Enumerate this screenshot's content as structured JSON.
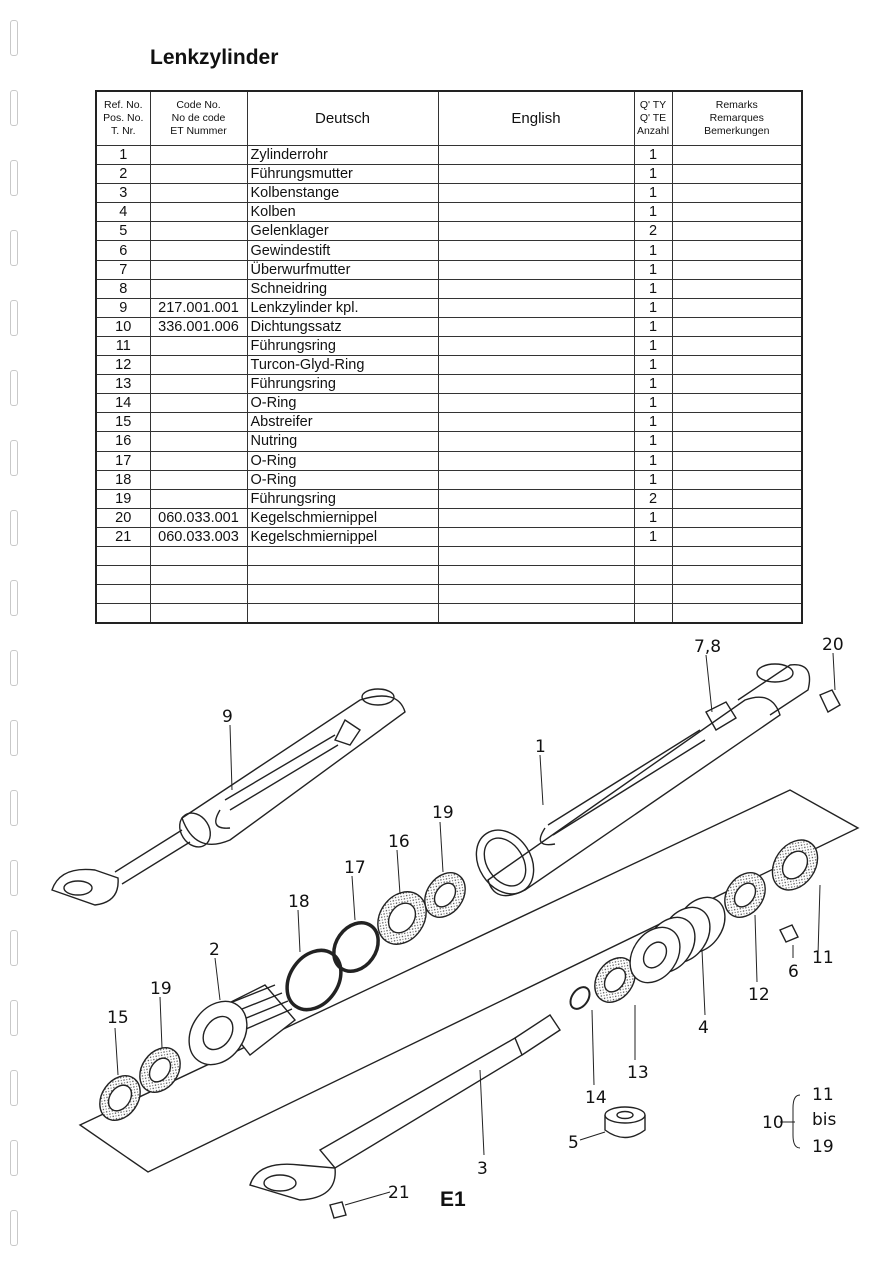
{
  "title": "Lenkzylinder",
  "table": {
    "headers": {
      "ref": [
        "Ref. No.",
        "Pos. No.",
        "T. Nr."
      ],
      "code": [
        "Code No.",
        "No de code",
        "ET Nummer"
      ],
      "deutsch": "Deutsch",
      "english": "English",
      "qty": [
        "Q' TY",
        "Q' TE",
        "Anzahl"
      ],
      "remarks": [
        "Remarks",
        "Remarques",
        "Bemerkungen"
      ]
    },
    "rows": [
      {
        "ref": "1",
        "code": "",
        "deutsch": "Zylinderrohr",
        "english": "",
        "qty": "1",
        "remarks": ""
      },
      {
        "ref": "2",
        "code": "",
        "deutsch": "Führungsmutter",
        "english": "",
        "qty": "1",
        "remarks": ""
      },
      {
        "ref": "3",
        "code": "",
        "deutsch": "Kolbenstange",
        "english": "",
        "qty": "1",
        "remarks": ""
      },
      {
        "ref": "4",
        "code": "",
        "deutsch": "Kolben",
        "english": "",
        "qty": "1",
        "remarks": ""
      },
      {
        "ref": "5",
        "code": "",
        "deutsch": "Gelenklager",
        "english": "",
        "qty": "2",
        "remarks": ""
      },
      {
        "ref": "6",
        "code": "",
        "deutsch": "Gewindestift",
        "english": "",
        "qty": "1",
        "remarks": ""
      },
      {
        "ref": "7",
        "code": "",
        "deutsch": "Überwurfmutter",
        "english": "",
        "qty": "1",
        "remarks": ""
      },
      {
        "ref": "8",
        "code": "",
        "deutsch": "Schneidring",
        "english": "",
        "qty": "1",
        "remarks": ""
      },
      {
        "ref": "9",
        "code": "217.001.001",
        "deutsch": "Lenkzylinder kpl.",
        "english": "",
        "qty": "1",
        "remarks": ""
      },
      {
        "ref": "10",
        "code": "336.001.006",
        "deutsch": "Dichtungssatz",
        "english": "",
        "qty": "1",
        "remarks": ""
      },
      {
        "ref": "11",
        "code": "",
        "deutsch": "Führungsring",
        "english": "",
        "qty": "1",
        "remarks": ""
      },
      {
        "ref": "12",
        "code": "",
        "deutsch": "Turcon-Glyd-Ring",
        "english": "",
        "qty": "1",
        "remarks": ""
      },
      {
        "ref": "13",
        "code": "",
        "deutsch": "Führungsring",
        "english": "",
        "qty": "1",
        "remarks": ""
      },
      {
        "ref": "14",
        "code": "",
        "deutsch": "O-Ring",
        "english": "",
        "qty": "1",
        "remarks": ""
      },
      {
        "ref": "15",
        "code": "",
        "deutsch": "Abstreifer",
        "english": "",
        "qty": "1",
        "remarks": ""
      },
      {
        "ref": "16",
        "code": "",
        "deutsch": "Nutring",
        "english": "",
        "qty": "1",
        "remarks": ""
      },
      {
        "ref": "17",
        "code": "",
        "deutsch": "O-Ring",
        "english": "",
        "qty": "1",
        "remarks": ""
      },
      {
        "ref": "18",
        "code": "",
        "deutsch": "O-Ring",
        "english": "",
        "qty": "1",
        "remarks": ""
      },
      {
        "ref": "19",
        "code": "",
        "deutsch": "Führungsring",
        "english": "",
        "qty": "2",
        "remarks": ""
      },
      {
        "ref": "20",
        "code": "060.033.001",
        "deutsch": "Kegelschmiernippel",
        "english": "",
        "qty": "1",
        "remarks": ""
      },
      {
        "ref": "21",
        "code": "060.033.003",
        "deutsch": "Kegelschmiernippel",
        "english": "",
        "qty": "1",
        "remarks": ""
      },
      {
        "ref": "",
        "code": "",
        "deutsch": "",
        "english": "",
        "qty": "",
        "remarks": ""
      },
      {
        "ref": "",
        "code": "",
        "deutsch": "",
        "english": "",
        "qty": "",
        "remarks": ""
      },
      {
        "ref": "",
        "code": "",
        "deutsch": "",
        "english": "",
        "qty": "",
        "remarks": ""
      },
      {
        "ref": "",
        "code": "",
        "deutsch": "",
        "english": "",
        "qty": "",
        "remarks": ""
      }
    ]
  },
  "diagram": {
    "labels": {
      "l9": "9",
      "l78": "7,8",
      "l20": "20",
      "l1": "1",
      "l19a": "19",
      "l16": "16",
      "l17": "17",
      "l18": "18",
      "l2": "2",
      "l19b": "19",
      "l15": "15",
      "l11": "11",
      "l6": "6",
      "l12": "12",
      "l4": "4",
      "l13": "13",
      "l14": "14",
      "l5": "5",
      "l3": "3",
      "l21": "21",
      "l10": "10",
      "l11b": "11",
      "lbis": "bis",
      "l19c": "19"
    },
    "figure_id": "E1"
  }
}
